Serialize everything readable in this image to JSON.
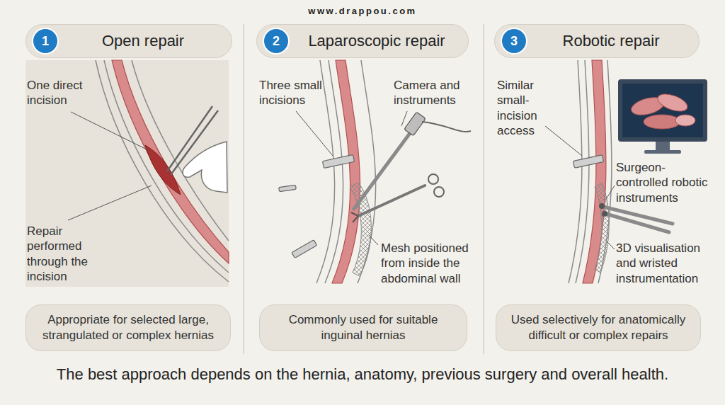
{
  "diagram": {
    "caption": "The best approach depends on the hernia, anatomy, previous surgery and overall health.",
    "nodes": [
      {
        "text": [
          "Open repair"
        ]
      },
      {
        "text": [
          "1"
        ],
        "in": 0
      },
      {
        "text": [
          "Appropriate for selected large, strangulated or complex hernias"
        ]
      },
      {
        "text": [
          "Laparoscopic repair"
        ]
      },
      {
        "text": [
          "2"
        ],
        "in": 3
      },
      {
        "text": [
          "Commonly used for suitable inguinal hernias"
        ]
      },
      {
        "text": [
          "Robotic repair"
        ]
      },
      {
        "text": [
          "3"
        ],
        "in": 6
      },
      {
        "text": [
          "Used selectively for anatomically difficult or complex repairs"
        ]
      }
    ],
    "labels": [
      "www.drappou.com",
      "One direct incision",
      "Repair performed through the incision",
      "Three small incisions",
      "Camera and instruments",
      "Mesh positioned from inside the abdominal wall",
      "Similar small-incision access",
      "Surgeon-controlled robotic instruments",
      "3D visualisation and wristed instrumentation"
    ]
  }
}
